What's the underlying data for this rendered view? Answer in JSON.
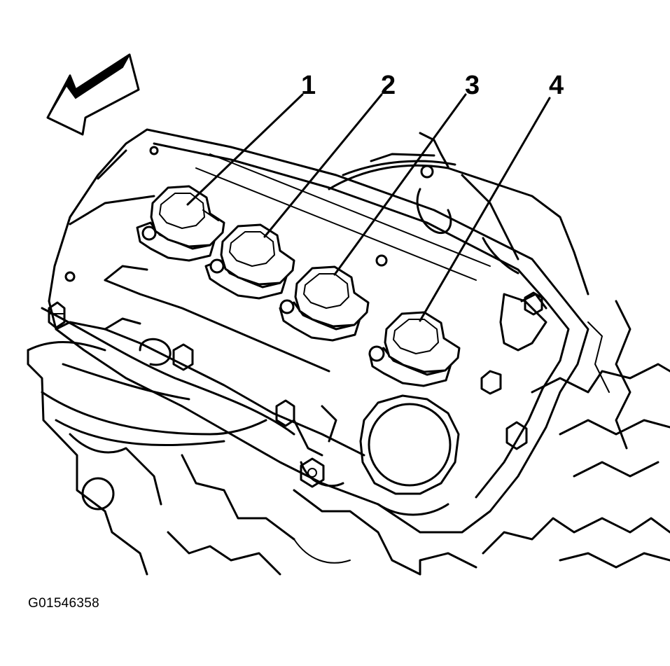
{
  "callouts": [
    {
      "label": "1"
    },
    {
      "label": "2"
    },
    {
      "label": "3"
    },
    {
      "label": "4"
    }
  ],
  "figure_id": "G01546358",
  "direction_icon": "front-direction-arrow-icon"
}
